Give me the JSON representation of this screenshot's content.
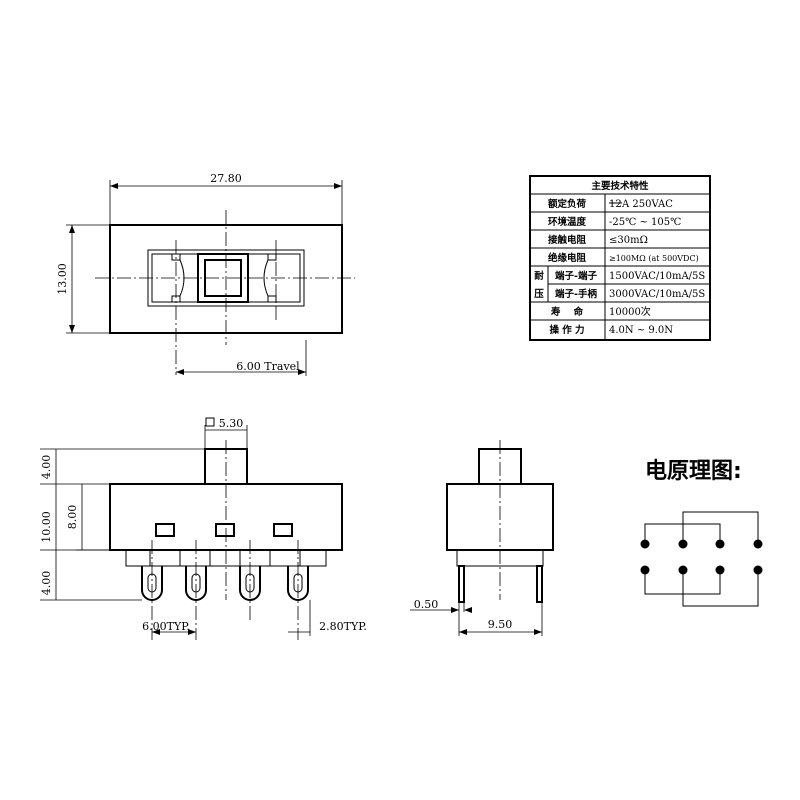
{
  "dimensions": {
    "width": "27.80",
    "height": "13.00",
    "travel": "6.00 Travel",
    "actuator": "5.30",
    "top_4": "4.00",
    "body_10": "10.00",
    "body_8": "8.00",
    "bottom_4": "4.00",
    "pitch": "6.00TYP.",
    "pin_pitch": "2.80TYP.",
    "pin_thickness": "0.50",
    "side_width": "9.50"
  },
  "spec_table": {
    "title": "主要技术特性",
    "rows": [
      {
        "label": "额定负荷",
        "value_struck": "12",
        "value": "A 250VAC"
      },
      {
        "label": "环境温度",
        "value": "-25℃ ~ 105℃"
      },
      {
        "label": "接触电阻",
        "value": "≤30mΩ"
      },
      {
        "label": "绝缘电阻",
        "value": "≥100MΩ (at 500VDC)"
      },
      {
        "label": "端子-端子",
        "group": "耐",
        "value": "1500VAC/10mA/5S"
      },
      {
        "label": "端子-手柄",
        "group": "压",
        "value": "3000VAC/10mA/5S"
      },
      {
        "label": "寿    命",
        "value": "10000次"
      },
      {
        "label": "操 作 力",
        "value": "4.0N ~ 9.0N"
      }
    ]
  },
  "schematic": {
    "title": "电原理图:"
  }
}
